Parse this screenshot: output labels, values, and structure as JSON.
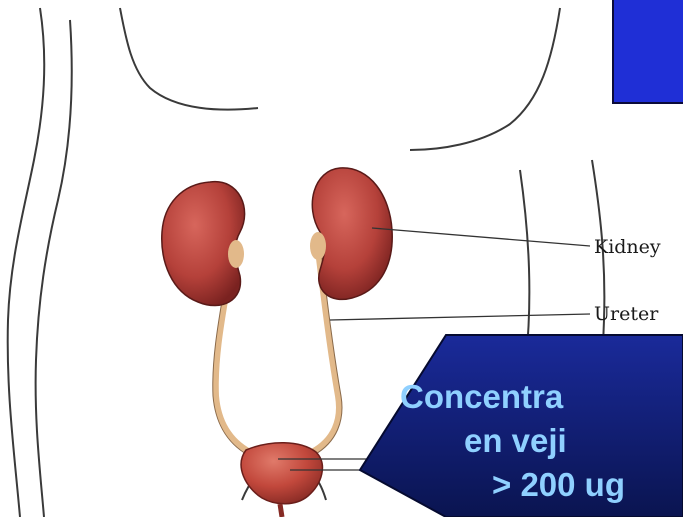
{
  "labels": {
    "kidney": "Kidney",
    "ureter": "Ureter"
  },
  "callout": {
    "line1": "Concentra",
    "line2": "en veji",
    "line3": "> 200 ug"
  },
  "colors": {
    "organ": "#b5413a",
    "organ_dark": "#7a2220",
    "ureter": "#e2b98a",
    "outline": "#3a3a3a",
    "callout_fill": "#1a2a9a",
    "callout_text": "#8fd0ff",
    "blue_box": "#1f2fd6"
  }
}
